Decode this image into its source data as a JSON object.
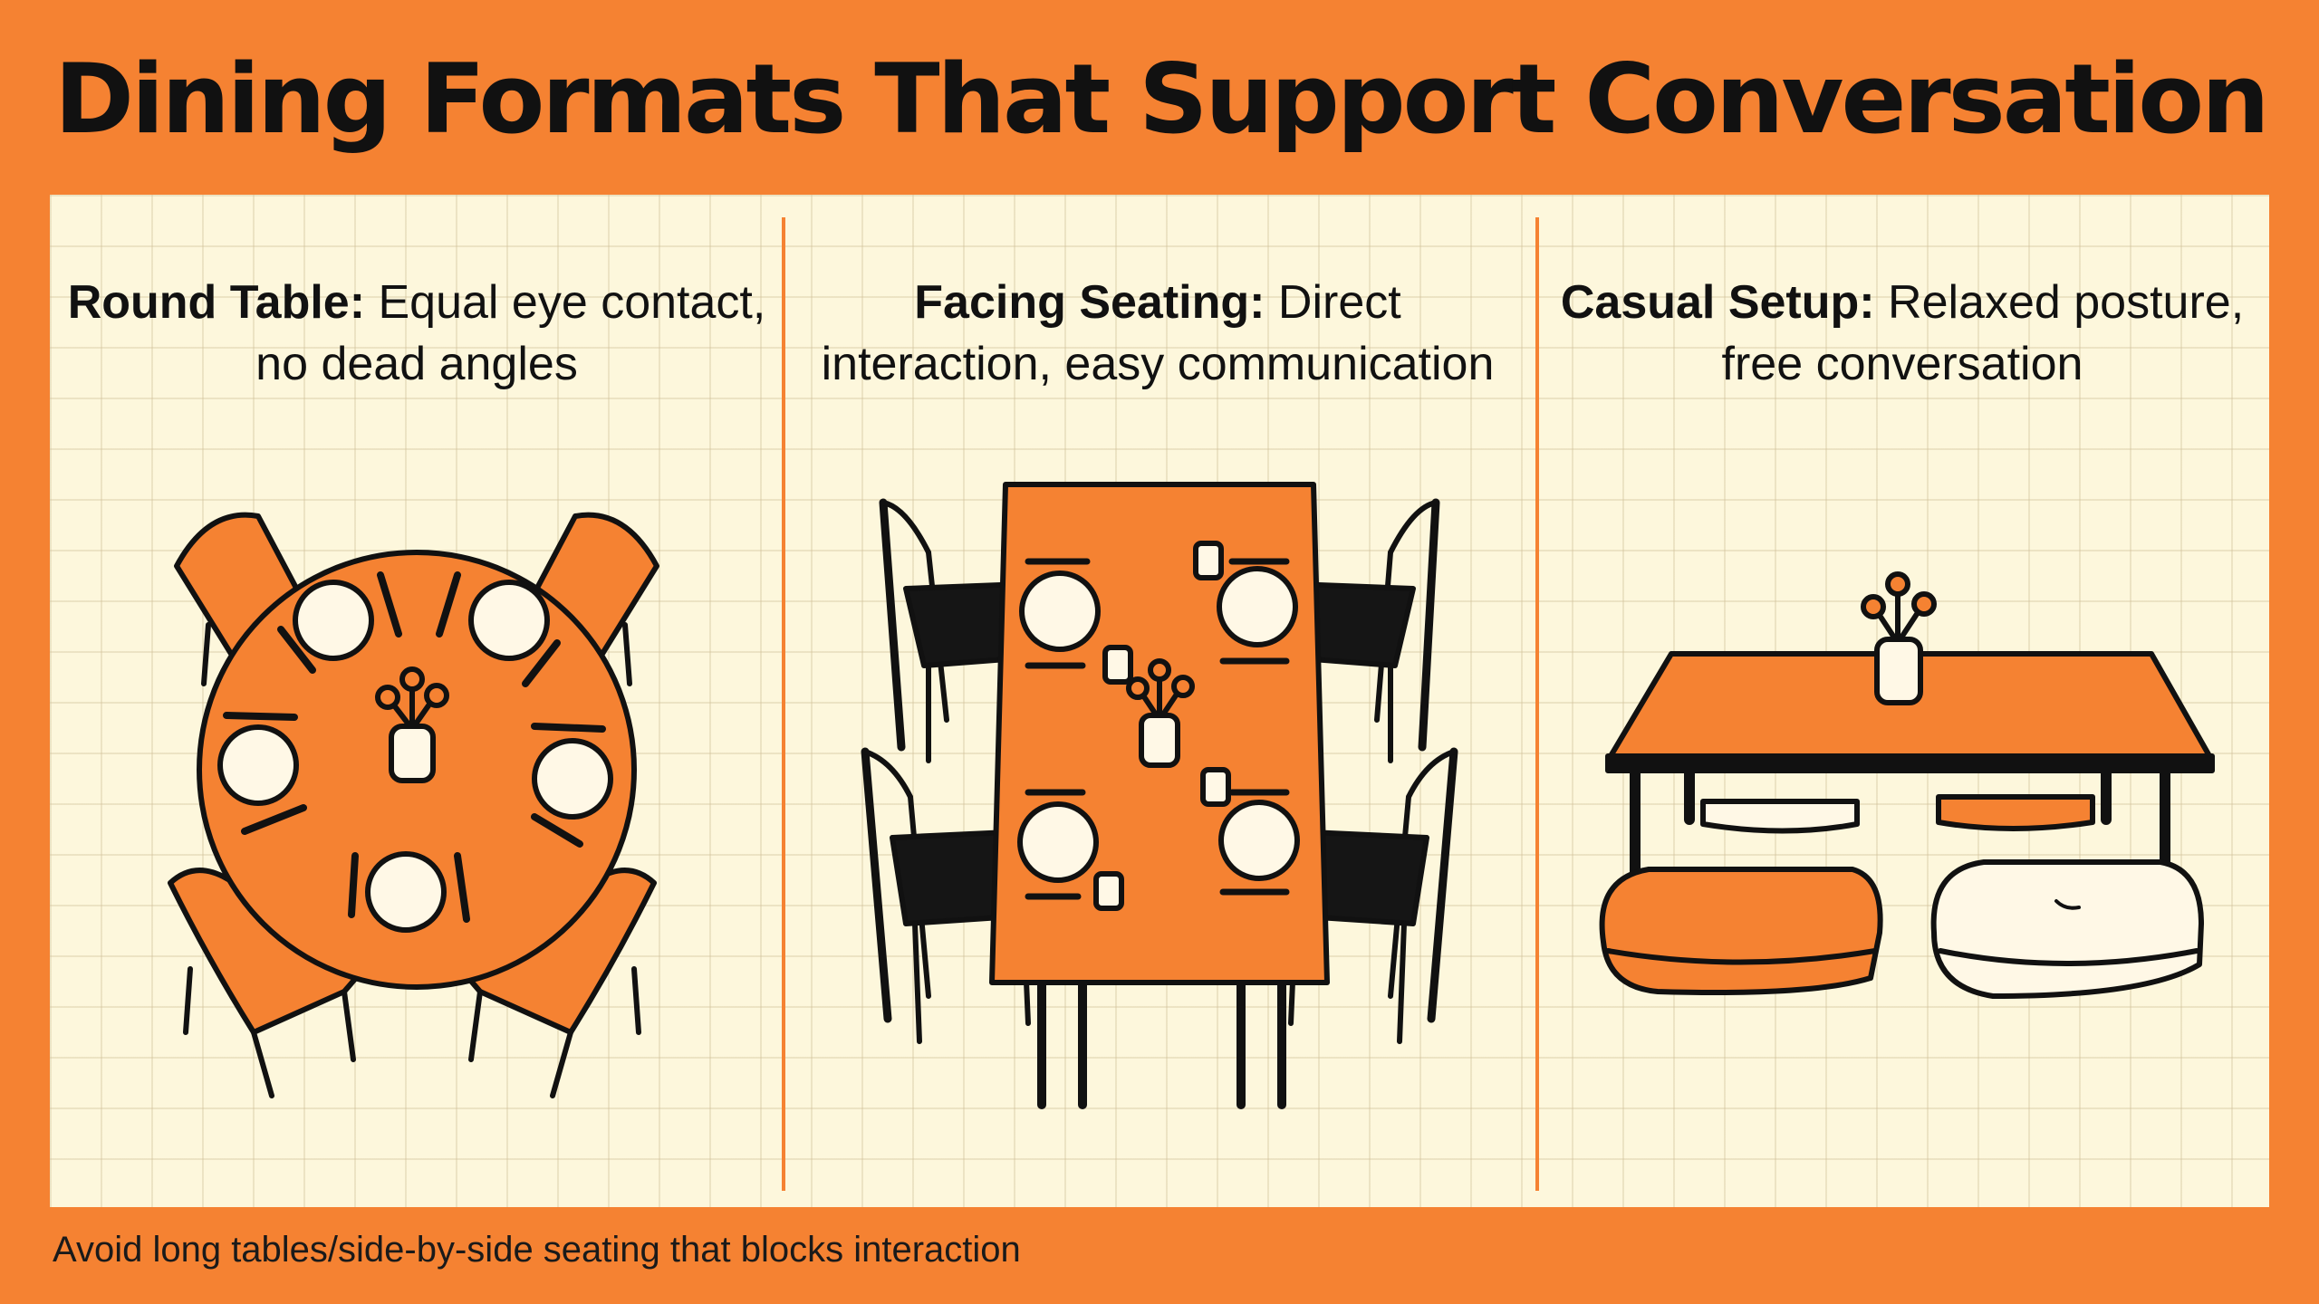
{
  "title": "Dining Formats That Support Conversation",
  "panels": [
    {
      "heading": "Round Table:",
      "body": " Equal eye contact, no dead angles"
    },
    {
      "heading": "Facing Seating:",
      "body": " Direct interaction, easy communication"
    },
    {
      "heading": "Casual Setup:",
      "body": " Relaxed posture, free conversation"
    }
  ],
  "footer": "Avoid long tables/side-by-side seating that blocks interaction",
  "colors": {
    "orange": "#F58232",
    "cream": "#FDF7DC",
    "ink": "#111111",
    "chair_black": "#151515",
    "plate": "#FFF8E6"
  }
}
